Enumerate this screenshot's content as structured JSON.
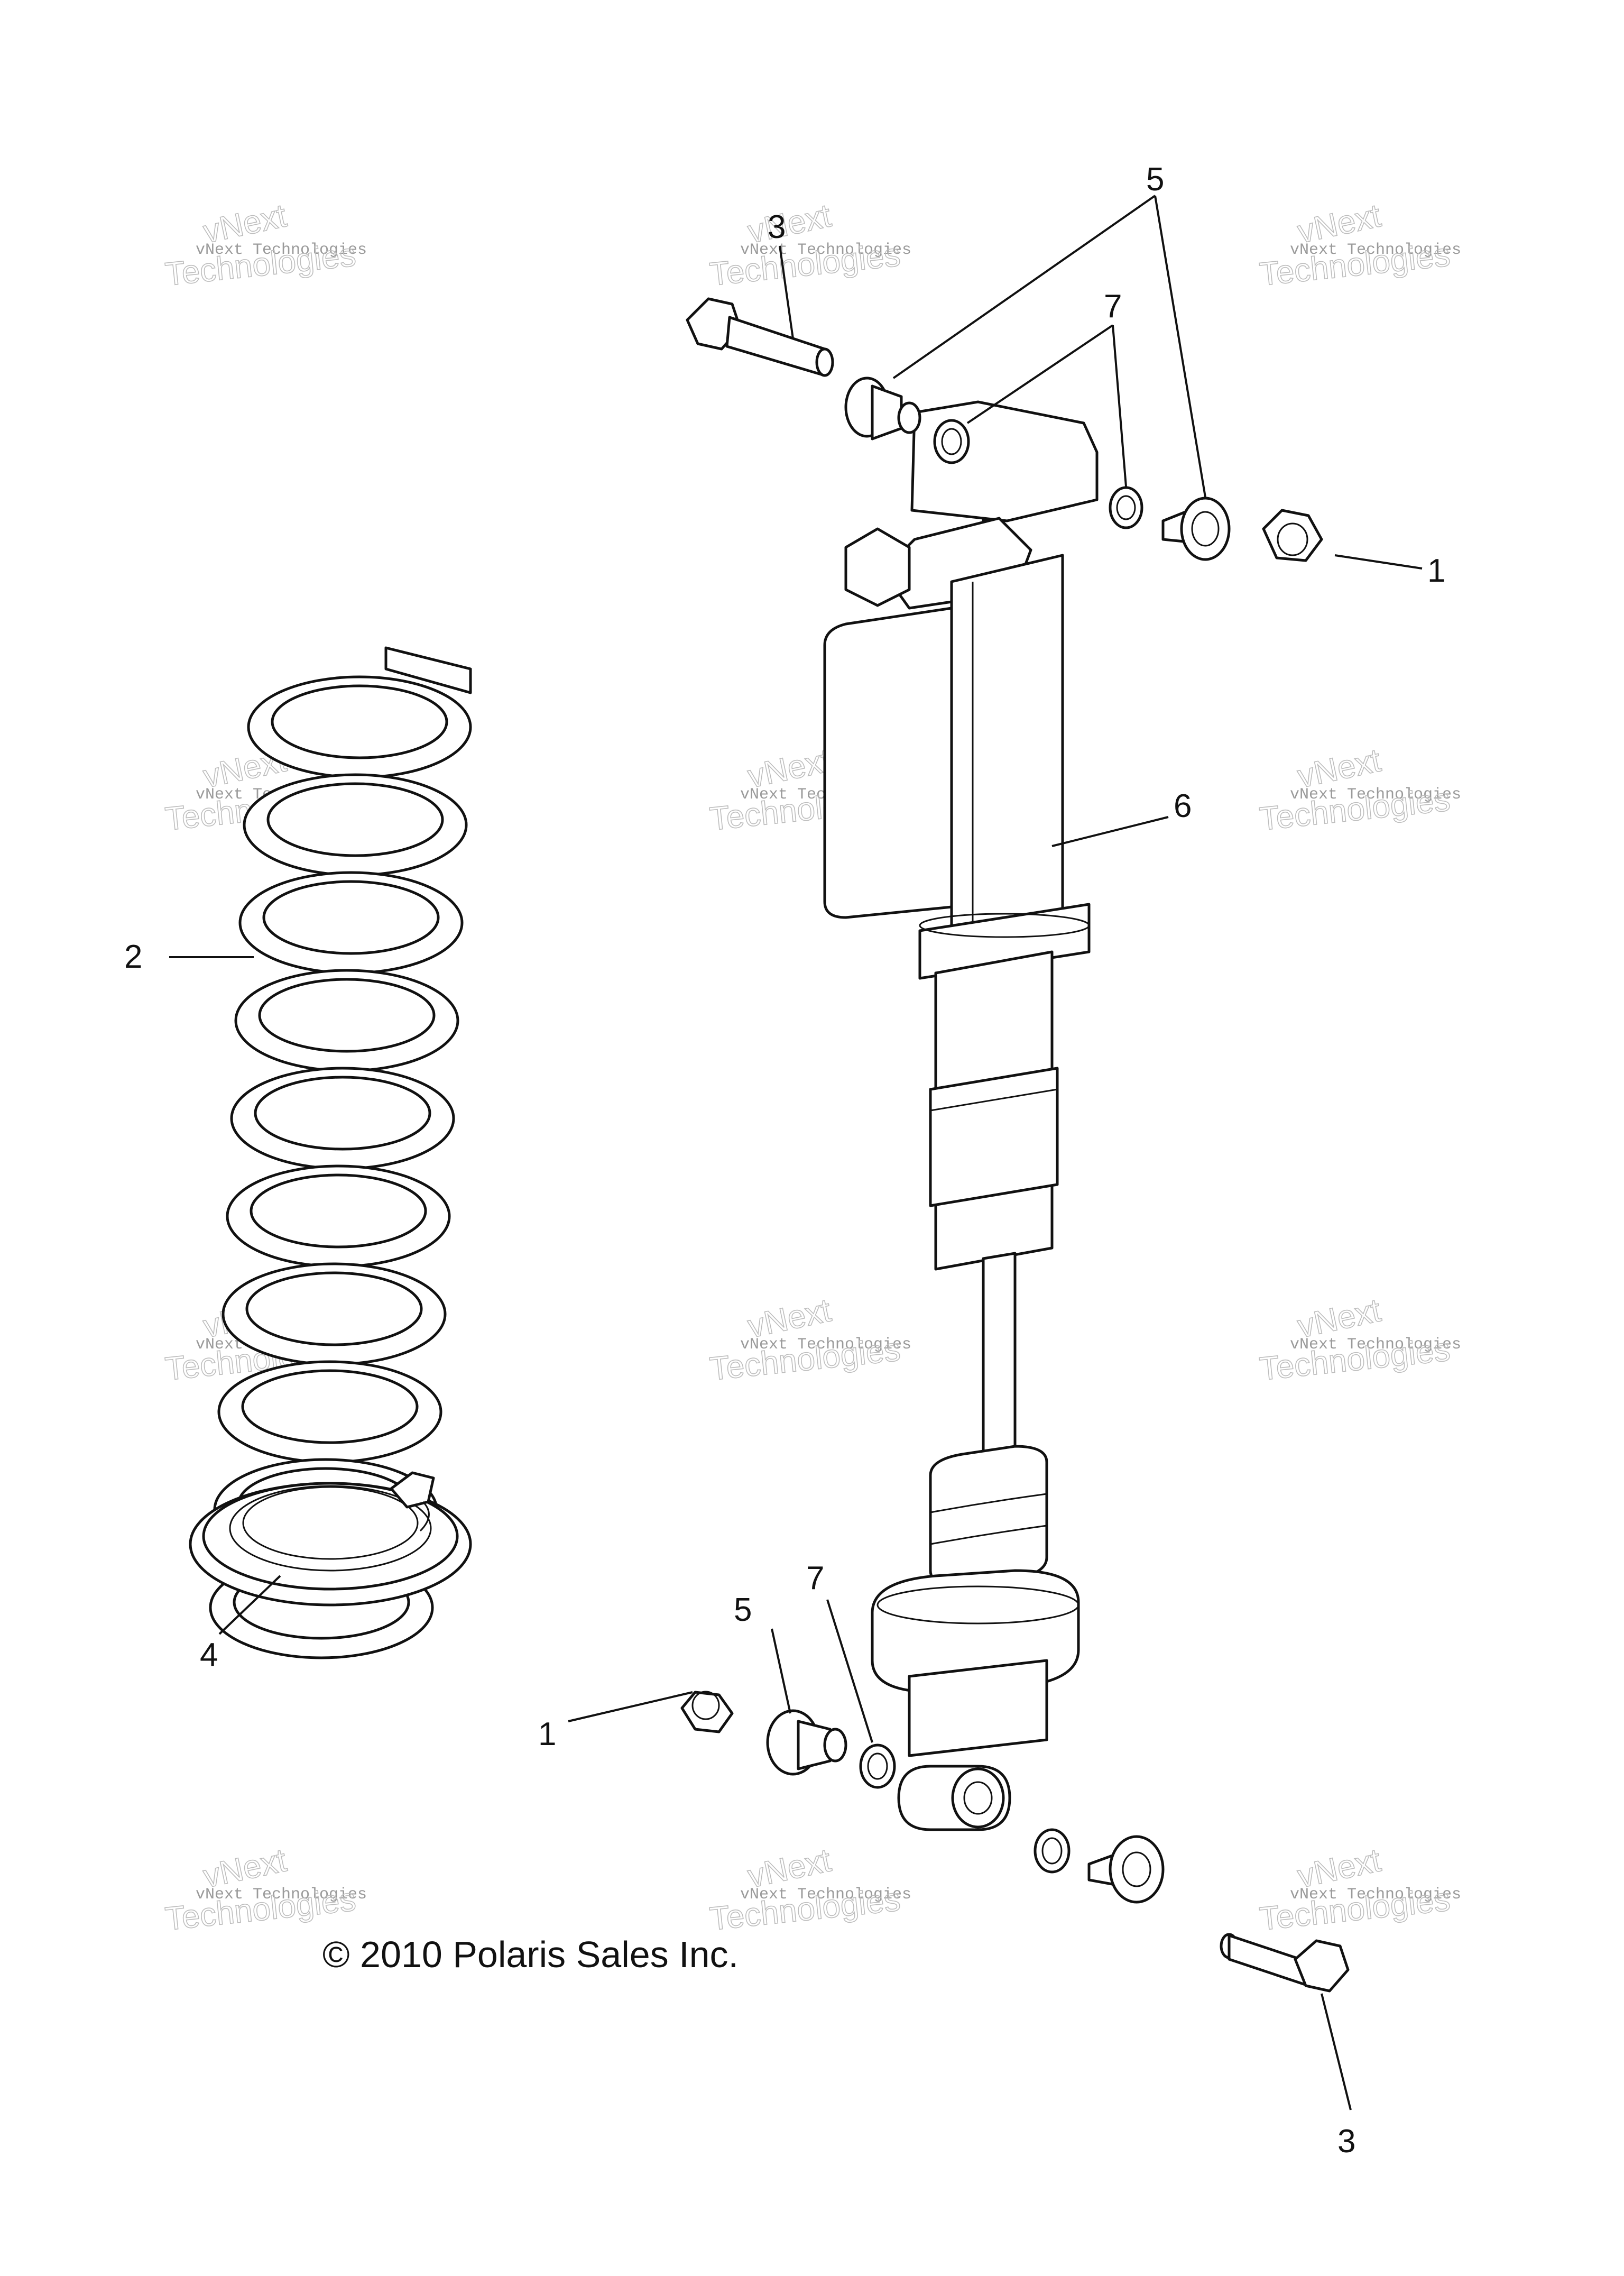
{
  "copyright": "© 2010 Polaris Sales Inc.",
  "watermark": {
    "line1": "vNext Technologies",
    "line2": "Technologies",
    "line3": "vNext"
  },
  "callouts": {
    "c1_top": "1",
    "c1_bottom": "1",
    "c2": "2",
    "c3_top": "3",
    "c3_bottom": "3",
    "c4": "4",
    "c5_top": "5",
    "c5_bottom": "5",
    "c6": "6",
    "c7_top": "7",
    "c7_bottom": "7"
  },
  "colors": {
    "line": "#111111",
    "watermark": "#9a9a9a",
    "background": "#ffffff"
  }
}
